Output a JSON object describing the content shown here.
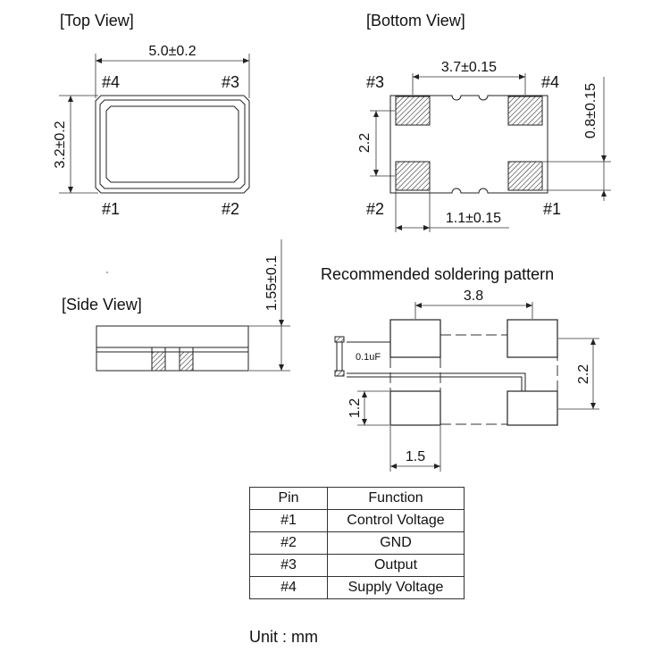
{
  "views": {
    "top": {
      "title": "[Top View]",
      "width_dim": "5.0±0.2",
      "height_dim": "3.2±0.2",
      "pins": [
        "#4",
        "#3",
        "#1",
        "#2"
      ]
    },
    "bottom": {
      "title": "[Bottom View]",
      "top_dim": "3.7±0.15",
      "right_dim": "0.8±0.15",
      "left_dim": "2.2",
      "bottom_dim": "1.1±0.15",
      "pins": [
        "#3",
        "#4",
        "#2",
        "#1"
      ]
    },
    "side": {
      "title": "[Side View]",
      "height_dim": "1.55±0.1"
    },
    "solder": {
      "title": "Recommended soldering pattern",
      "top_dim": "3.8",
      "right_dim": "2.2",
      "left_dim": "1.2",
      "bottom_dim": "1.5",
      "capacitor": "0.1uF"
    }
  },
  "pin_table": {
    "headers": [
      "Pin",
      "Function"
    ],
    "rows": [
      {
        "pin": "#1",
        "function": "Control Voltage"
      },
      {
        "pin": "#2",
        "function": "GND"
      },
      {
        "pin": "#3",
        "function": "Output"
      },
      {
        "pin": "#4",
        "function": "Supply Voltage"
      }
    ]
  },
  "unit": "Unit : mm"
}
